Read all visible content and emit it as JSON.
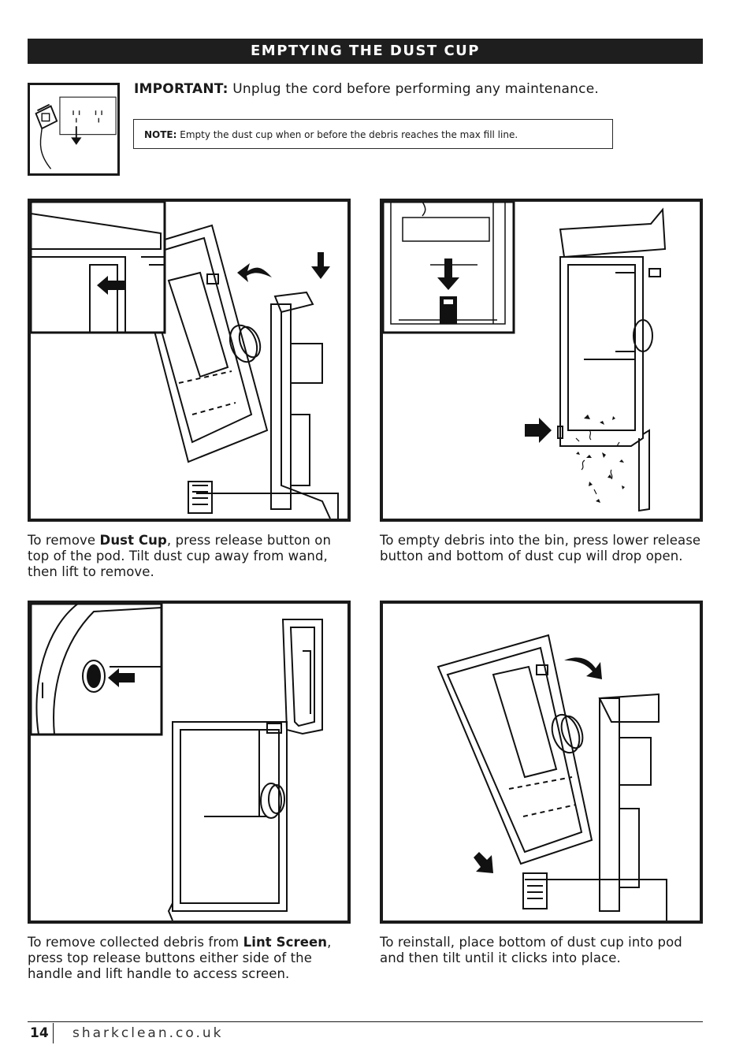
{
  "header": {
    "title": "EMPTYING THE DUST CUP"
  },
  "important": {
    "label": "IMPORTANT:",
    "text": " Unplug the cord before performing any maintenance."
  },
  "note": {
    "label": "NOTE:",
    "text": " Empty the dust cup when or before the debris reaches the max fill line."
  },
  "steps": [
    {
      "before": "To remove ",
      "bold": "Dust Cup",
      "after": ", press release button on top of the pod. Tilt dust cup away from wand, then lift to remove."
    },
    {
      "before": "To empty debris into the bin, press lower release button and bottom of dust cup will drop open.",
      "bold": "",
      "after": ""
    },
    {
      "before": "To remove collected debris from ",
      "bold": "Lint Screen",
      "after": ", press top release buttons either side of the handle and lift handle to access screen."
    },
    {
      "before": "To reinstall, place bottom of dust cup into pod and then tilt until it clicks into place.",
      "bold": "",
      "after": ""
    }
  ],
  "footer": {
    "page_number": "14",
    "website": "sharkclean.co.uk"
  }
}
